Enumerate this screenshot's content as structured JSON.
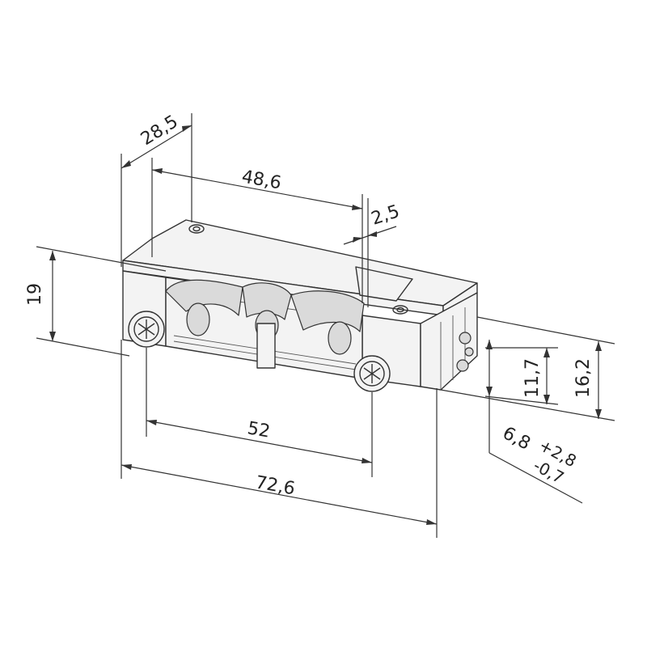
{
  "dimensions": {
    "depth_top": "28,5",
    "inner_length": "48,6",
    "offset": "2,5",
    "height_left": "19",
    "screw_spacing": "52",
    "overall_length": "72,6",
    "height_11": "11,7",
    "height_16": "16,2",
    "tolerance_main": "6,8",
    "tolerance_plus": "+2,8",
    "tolerance_minus": "-0,7"
  },
  "icons": [
    "screw-left-icon",
    "screw-right-icon",
    "mount-hole-left-icon",
    "mount-hole-right-icon"
  ]
}
